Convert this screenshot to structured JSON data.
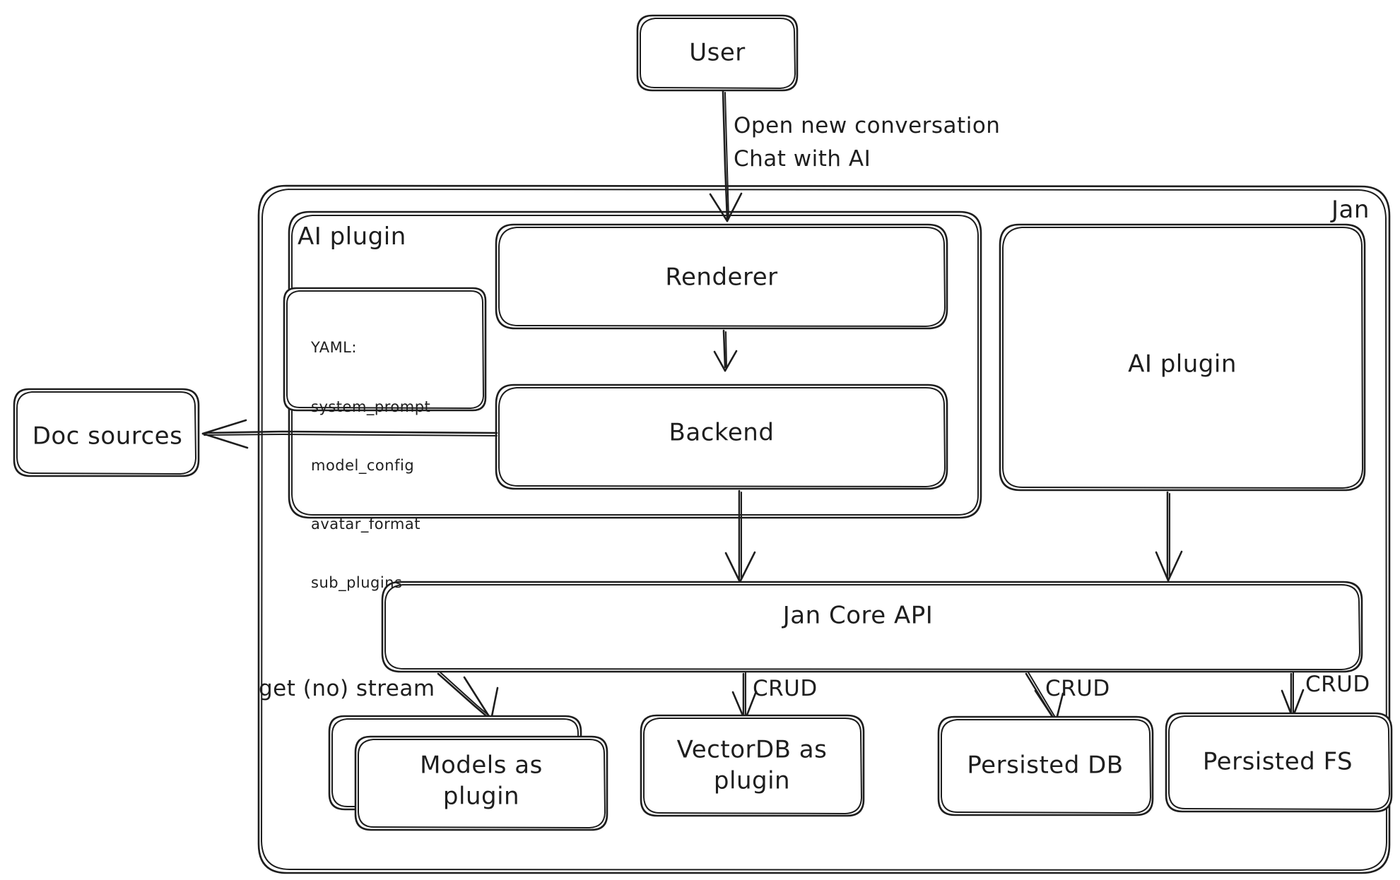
{
  "diagram": {
    "title": "Jan",
    "style": "hand-drawn architecture diagram",
    "stroke_color": "#1e1e1e",
    "background_color": "#ffffff"
  },
  "nodes": {
    "user": "User",
    "doc_sources": "Doc sources",
    "renderer": "Renderer",
    "backend": "Backend",
    "ai_plugin_right": "AI plugin",
    "jan_core_api": "Jan Core API",
    "models_as_plugin": "Models as\nplugin",
    "vectordb_as_plugin": "VectorDB as\nplugin",
    "persisted_db": "Persisted DB",
    "persisted_fs": "Persisted FS"
  },
  "groups": {
    "jan": "Jan",
    "ai_plugin": "AI plugin"
  },
  "yaml_box": {
    "header": "YAML:",
    "keys": [
      "system_prompt",
      "model_config",
      "avatar_format",
      "sub_plugins"
    ]
  },
  "edge_labels": {
    "user_to_renderer_line1": "Open new conversation",
    "user_to_renderer_line2": "Chat with AI",
    "core_to_models": "get (no) stream",
    "core_to_vectordb": "CRUD",
    "core_to_persisted_db": "CRUD",
    "core_to_persisted_fs": "CRUD"
  }
}
